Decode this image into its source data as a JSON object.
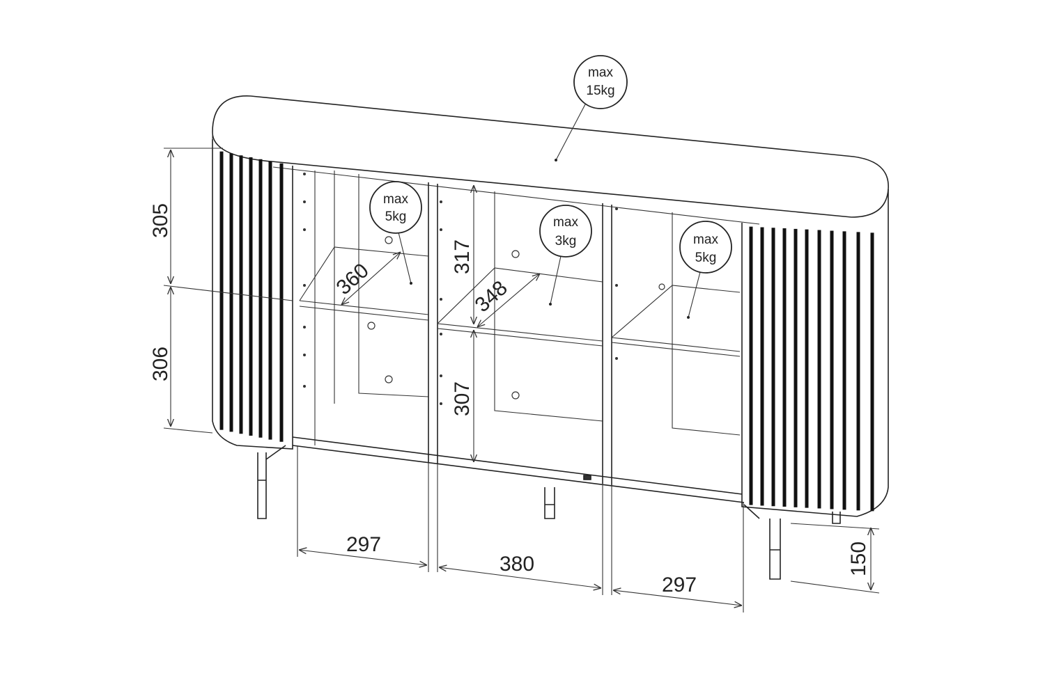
{
  "load_labels": [
    {
      "line1": "max",
      "line2": "15kg"
    },
    {
      "line1": "max",
      "line2": "5kg"
    },
    {
      "line1": "max",
      "line2": "3kg"
    },
    {
      "line1": "max",
      "line2": "5kg"
    }
  ],
  "dimensions": {
    "left_upper_height": "305",
    "left_lower_height": "306",
    "center_upper_height": "317",
    "center_lower_height": "307",
    "left_shelf_depth": "360",
    "center_shelf_depth": "348",
    "left_width": "297",
    "center_width": "380",
    "right_width": "297",
    "leg_height": "150"
  }
}
